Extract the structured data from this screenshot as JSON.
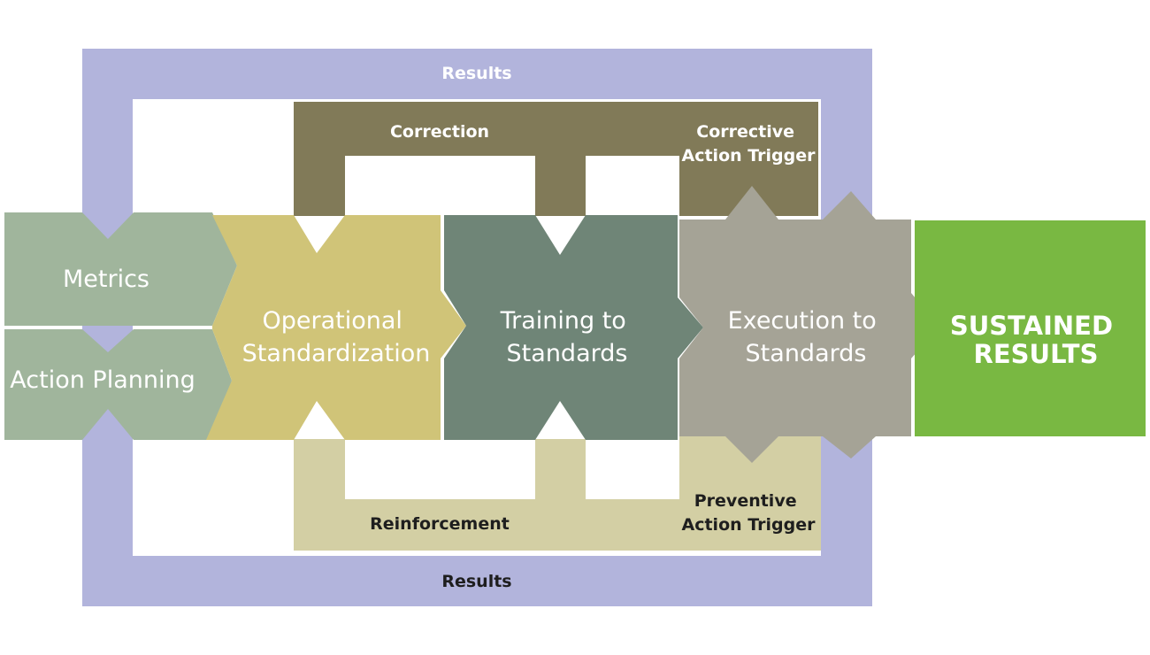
{
  "colors": {
    "results_band": "#b2b4dc",
    "correction_band": "#817a58",
    "reinforcement_band": "#d3cfa4",
    "metrics": "#a0b59c",
    "action_planning": "#a0b59c",
    "operational_standardization": "#d0c478",
    "training_to_standards": "#6f8577",
    "execution_to_standards": "#a5a396",
    "sustained_results": "#79b842",
    "light_text": "#ffffff",
    "dark_text": "#1e1e1e"
  },
  "loops": {
    "results_top": "Results",
    "results_bottom": "Results",
    "correction": "Correction",
    "corrective_trigger": [
      "Corrective",
      "Action Trigger"
    ],
    "reinforcement": "Reinforcement",
    "preventive_trigger": [
      "Preventive",
      "Action Trigger"
    ]
  },
  "steps": {
    "metrics": "Metrics",
    "action_planning": "Action Planning",
    "operational_standardization": [
      "Operational",
      "Standardization"
    ],
    "training_to_standards": [
      "Training to",
      "Standards"
    ],
    "execution_to_standards": [
      "Execution to",
      "Standards"
    ]
  },
  "outcome": [
    "SUSTAINED",
    "RESULTS"
  ]
}
